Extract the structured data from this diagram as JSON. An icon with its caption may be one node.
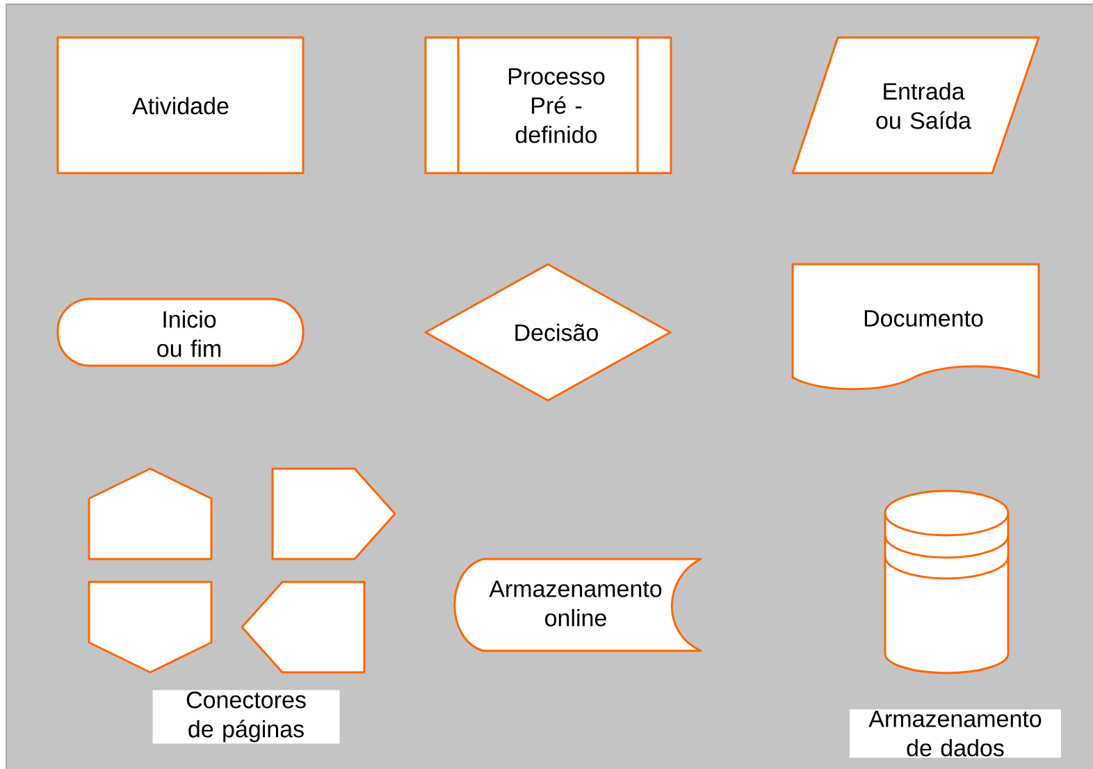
{
  "diagram": {
    "nodes": [
      {
        "text": [
          "Atividade"
        ]
      },
      {
        "text": [
          "Processo Pré - definido"
        ]
      },
      {
        "text": [
          "Entrada ou Saída"
        ]
      },
      {
        "text": [
          "Inicio ou fim"
        ]
      },
      {
        "text": [
          "Decisão"
        ]
      },
      {
        "text": [
          "Documento"
        ]
      },
      {
        "text": [],
        "shape": "pentagon"
      },
      {
        "text": [],
        "shape": "pentagon"
      },
      {
        "text": [],
        "shape": "pentagon"
      },
      {
        "text": [],
        "shape": "pentagon"
      },
      {
        "text": [
          "Armazenamento online"
        ]
      },
      {
        "text": [],
        "shape": "cylinder"
      },
      {
        "text": [
          "Conectores de páginas"
        ]
      },
      {
        "text": [
          "Armazenamento de dados"
        ]
      }
    ]
  }
}
